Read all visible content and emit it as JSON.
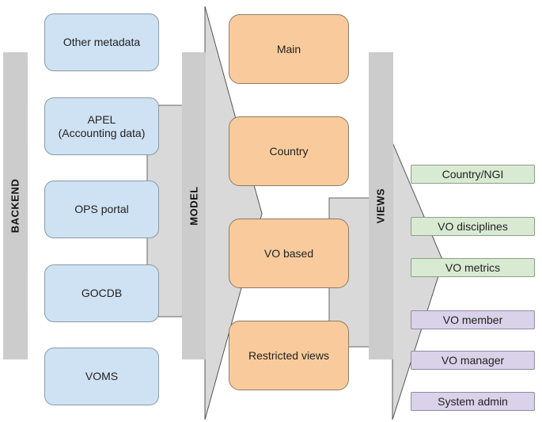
{
  "labels": {
    "backend": "BACKEND",
    "model": "MODEL",
    "views": "VIEWS"
  },
  "backend_sources": [
    "Other metadata",
    "APEL\n(Accounting data)",
    "OPS portal",
    "GOCDB",
    "VOMS"
  ],
  "models": [
    "Main",
    "Country",
    "VO based",
    "Restricted views"
  ],
  "views_public": [
    "Country/NGI",
    "VO disciplines",
    "VO metrics"
  ],
  "views_restricted": [
    "VO member",
    "VO manager",
    "System admin"
  ],
  "colors": {
    "backend_box": "#cfe2f3",
    "model_box": "#f9cb9c",
    "public_view_box": "#d9ead3",
    "restricted_view_box": "#d9d2e9",
    "bar": "#cccccc",
    "connector": "#d9d9d9"
  }
}
